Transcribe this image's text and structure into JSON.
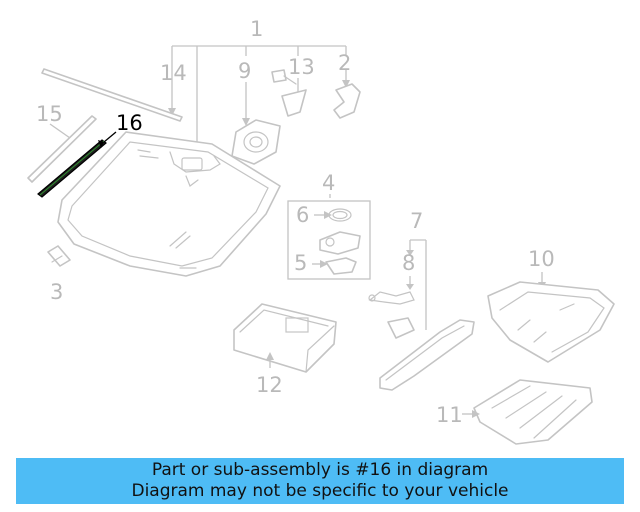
{
  "diagram": {
    "highlighted_callout": "16",
    "callouts": {
      "c1": "1",
      "c2": "2",
      "c3": "3",
      "c4": "4",
      "c5": "5",
      "c6": "6",
      "c7": "7",
      "c8": "8",
      "c9": "9",
      "c10": "10",
      "c11": "11",
      "c12": "12",
      "c13": "13",
      "c14": "14",
      "c15": "15",
      "c16": "16"
    },
    "colors": {
      "highlight": "#000000",
      "part_line": "#c4c4c4",
      "callout_text": "#b9b9b9",
      "banner_bg": "#4ebcf5"
    }
  },
  "banner": {
    "line1": "Part or sub-assembly is #16 in diagram",
    "line2": "Diagram may not be specific to your vehicle"
  }
}
